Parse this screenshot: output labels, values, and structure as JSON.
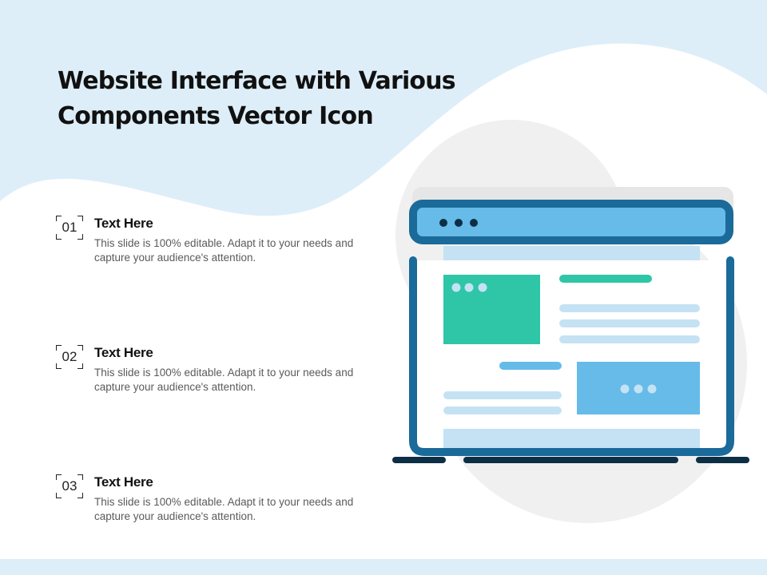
{
  "slide": {
    "title": "Website Interface with Various Components Vector Icon",
    "items": [
      {
        "number": "01",
        "heading": "Text Here",
        "text": "This slide is 100% editable. Adapt it to your needs and capture your audience's attention."
      },
      {
        "number": "02",
        "heading": "Text Here",
        "text": "This slide is 100% editable. Adapt it to your needs and capture your audience's attention."
      },
      {
        "number": "03",
        "heading": "Text Here",
        "text": "This slide is 100% editable. Adapt it to your needs and capture your audience's attention."
      }
    ]
  },
  "colors": {
    "background_wave": "#ddeef8",
    "frame_border": "#1a6a9a",
    "header_bar": "#66bbe8",
    "accent_green": "#2ec6a6",
    "accent_blue": "#66bbe8",
    "light_line": "#c4e2f4",
    "base_line": "#0d2f45",
    "shadow_circle": "#f0f0f0"
  },
  "icons": {
    "illustration": "website-window-icon"
  }
}
